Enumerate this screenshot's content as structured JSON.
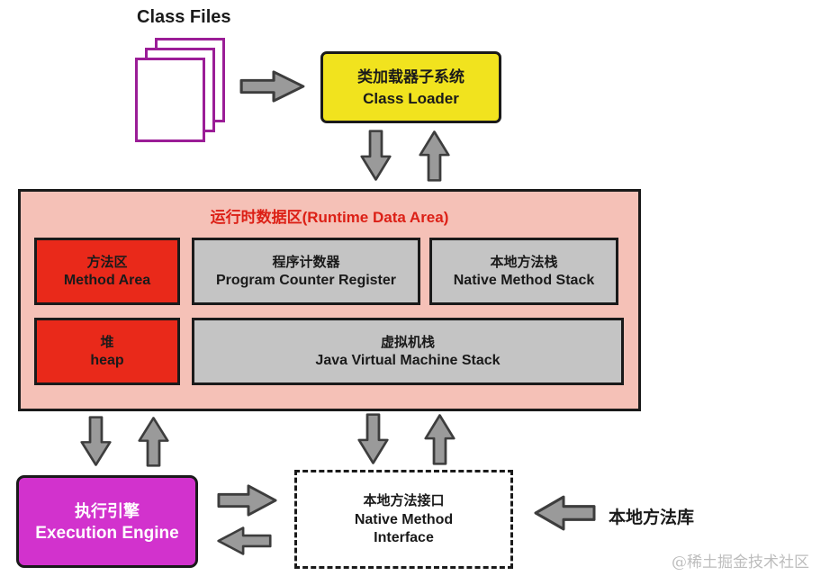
{
  "diagram": {
    "class_files_label": "Class Files",
    "class_loader": {
      "zh": "类加载器子系统",
      "en": "Class Loader"
    },
    "runtime_area": {
      "title": "运行时数据区(Runtime Data Area)",
      "method_area": {
        "zh": "方法区",
        "en": "Method Area"
      },
      "program_counter": {
        "zh": "程序计数器",
        "en": "Program Counter Register"
      },
      "native_method_stack": {
        "zh": "本地方法栈",
        "en": "Native Method Stack"
      },
      "heap": {
        "zh": "堆",
        "en": "heap"
      },
      "jvm_stack": {
        "zh": "虚拟机栈",
        "en": "Java Virtual Machine Stack"
      }
    },
    "execution_engine": {
      "zh": "执行引擎",
      "en": "Execution Engine"
    },
    "native_method_interface": {
      "zh": "本地方法接口",
      "en_line1": "Native Method",
      "en_line2": "Interface"
    },
    "native_method_library": "本地方法库",
    "watermark": "@稀土掘金技术社区",
    "colors": {
      "class_loader_fill": "#f1e31e",
      "runtime_fill": "#f5c1b7",
      "runtime_title_text": "#dc2016",
      "red_box_fill": "#e9291a",
      "gray_box_fill": "#c4c4c4",
      "execution_engine_fill": "#d232cd",
      "page_border": "#9b1d97",
      "arrow_fill": "#9a9a9a",
      "arrow_stroke": "#3d3d3d",
      "box_border": "#1a1a1a"
    }
  }
}
